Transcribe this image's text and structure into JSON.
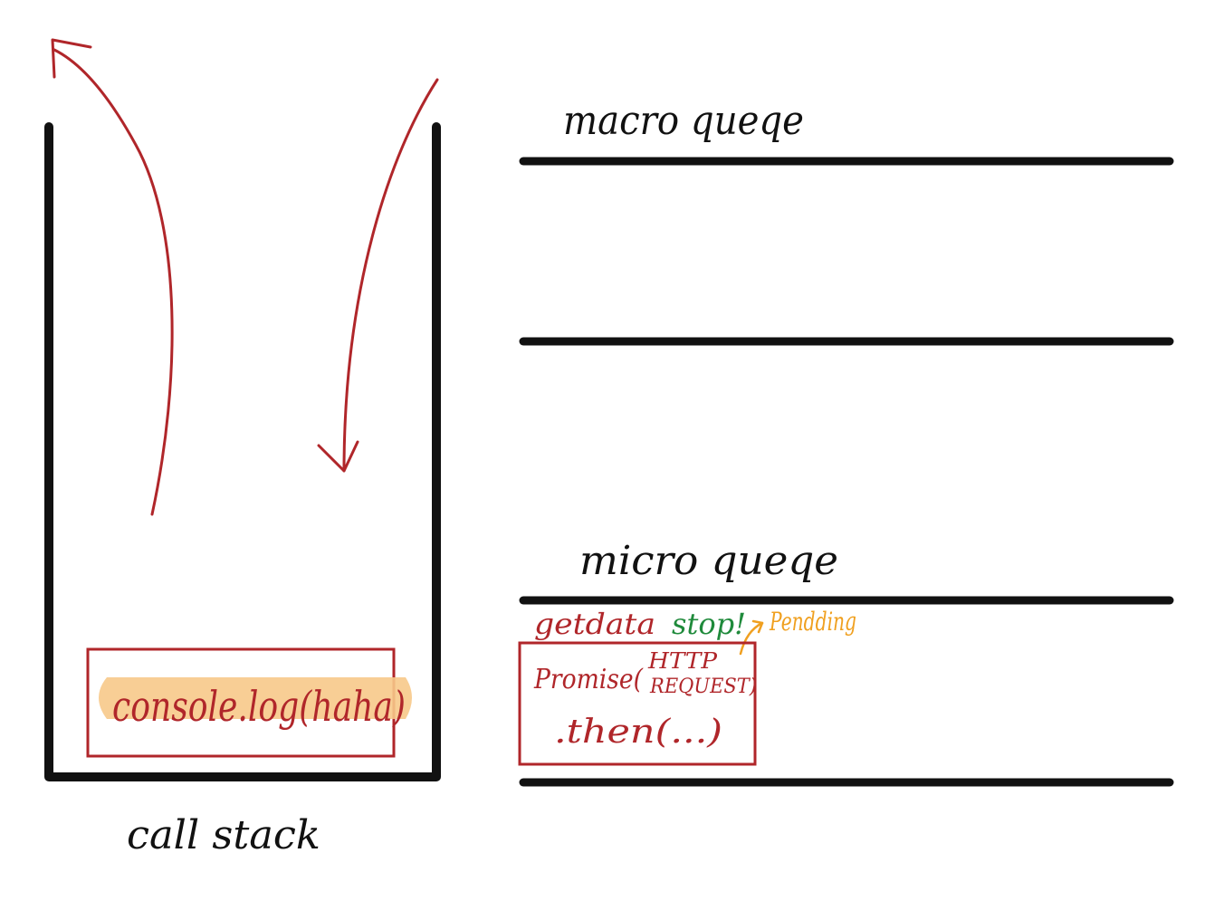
{
  "colors": {
    "ink": "#111111",
    "red": "#b0262a",
    "green": "#1f8a3b",
    "orange": "#f0a020",
    "highlight": "#f7c98a"
  },
  "call_stack": {
    "label": "call stack",
    "frame_text": "console.log(haha)"
  },
  "macro_queue": {
    "label": "macro queqe"
  },
  "micro_queue": {
    "label": "micro queqe",
    "getdata": "getdata",
    "stop": "stop!",
    "pending": "Pendding",
    "promise": "Promise(",
    "http": "HTTP",
    "request": "REQUEST)",
    "then": ".then(...)"
  },
  "icons": {
    "arrow_up": "arrow-up-icon",
    "arrow_down": "arrow-down-icon"
  }
}
